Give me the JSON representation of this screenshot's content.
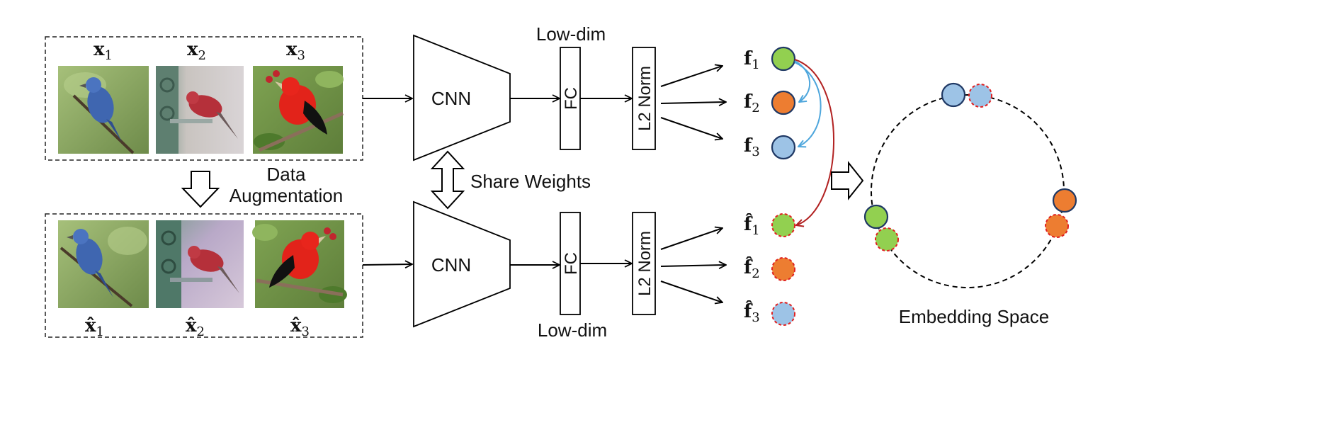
{
  "images": {
    "original": [
      {
        "label": "x",
        "subscript": "1"
      },
      {
        "label": "x",
        "subscript": "2"
      },
      {
        "label": "x",
        "subscript": "3"
      }
    ],
    "augmented": [
      {
        "label": "x̂",
        "subscript": "1"
      },
      {
        "label": "x̂",
        "subscript": "2"
      },
      {
        "label": "x̂",
        "subscript": "3"
      }
    ]
  },
  "augmentation": {
    "line1": "Data",
    "line2": "Augmentation"
  },
  "network": {
    "cnn_label": "CNN",
    "fc_label": "FC",
    "norm_label": "L2 Norm",
    "lowdim_label": "Low-dim",
    "share_label": "Share Weights"
  },
  "features": {
    "original": [
      {
        "label": "f",
        "subscript": "1",
        "color": "#92D050"
      },
      {
        "label": "f",
        "subscript": "2",
        "color": "#ED7D31"
      },
      {
        "label": "f",
        "subscript": "3",
        "color": "#9DC3E6"
      }
    ],
    "augmented": [
      {
        "label": "f̂",
        "subscript": "1",
        "color": "#92D050"
      },
      {
        "label": "f̂",
        "subscript": "2",
        "color": "#ED7D31"
      },
      {
        "label": "f̂",
        "subscript": "3",
        "color": "#9DC3E6"
      }
    ]
  },
  "embedding": {
    "label": "Embedding Space"
  },
  "colors": {
    "green": "#92D050",
    "orange": "#ED7D31",
    "blue": "#9DC3E6",
    "solid_stroke": "#1F3864",
    "dashed_stroke": "#E02020",
    "blue_arrow": "#4EA6DC",
    "red_arrow": "#B22222",
    "bird_blue": "#3F66B0",
    "bird_red": "#E2231A",
    "bird_crimson": "#B5303A"
  }
}
